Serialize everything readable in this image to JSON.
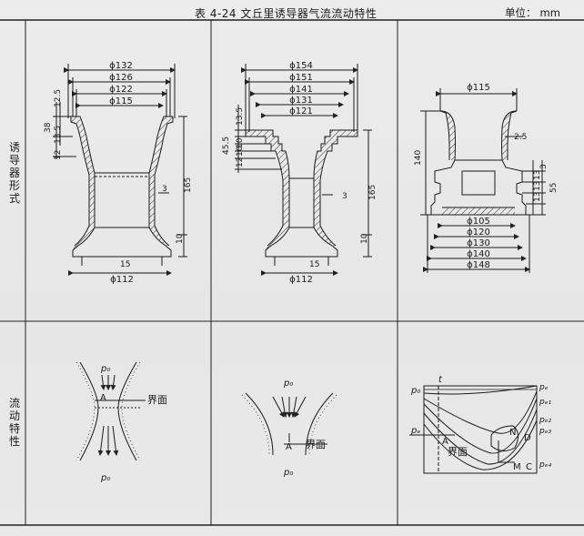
{
  "header": {
    "title": "表 4-24   文丘里诱导器气流流动特性",
    "unit_label": "单位：",
    "unit_value": "mm"
  },
  "rows": {
    "row1_label": "诱导器形式",
    "row2_label": "流动特性"
  },
  "fig1": {
    "dims_top": [
      "ϕ132",
      "ϕ126",
      "ϕ122",
      "ϕ115"
    ],
    "vert_left": [
      "12.5",
      "38",
      "13.5",
      "12"
    ],
    "throat": "3",
    "height": "165",
    "bottom_small": "10",
    "bottom_offset": "15",
    "bottom_dia": "ϕ112"
  },
  "fig2": {
    "dims_top": [
      "ϕ154",
      "ϕ151",
      "ϕ141",
      "ϕ131",
      "ϕ121"
    ],
    "vert_left": [
      "13.5",
      "45.5",
      "10",
      "10",
      "12"
    ],
    "throat": "3",
    "height": "165",
    "bottom_small": "10",
    "bottom_offset": "15",
    "bottom_dia": "ϕ112"
  },
  "fig3": {
    "top_dia": "ϕ115",
    "wall": "2.5",
    "height": "140",
    "right_dims": [
      "3",
      "13",
      "13",
      "13",
      "55"
    ],
    "bottom_dims": [
      "ϕ105",
      "ϕ120",
      "ϕ130",
      "ϕ140",
      "ϕ148"
    ]
  },
  "flow1": {
    "p_top": "p₀",
    "p_bottom": "p₀",
    "point": "A",
    "interface": "界面"
  },
  "flow2": {
    "p_top": "p₀",
    "p_bottom": "p₀",
    "point": "A",
    "interface": "界面"
  },
  "flow3": {
    "p_left": "p₀",
    "t_label": "t",
    "pe_left": "pₑ",
    "right_labels": [
      "pₑ",
      "pₑ₁",
      "pₑ₂",
      "pₑ₃"
    ],
    "points": [
      "A",
      "N",
      "D",
      "M",
      "C"
    ],
    "pe4": "pₑ₄",
    "interface": "界面"
  }
}
